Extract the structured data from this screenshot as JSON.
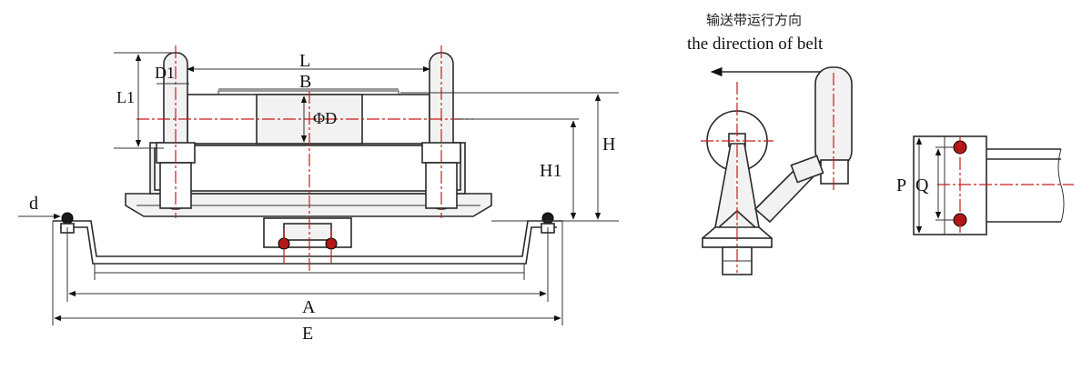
{
  "labels": {
    "L": "L",
    "B": "B",
    "D1": "D1",
    "L1": "L1",
    "phiD": "ΦD",
    "H": "H",
    "H1": "H1",
    "d": "d",
    "A": "A",
    "E": "E",
    "P": "P",
    "Q": "Q"
  },
  "direction": {
    "chinese": "输送带运行方向",
    "english": "the direction of belt"
  },
  "colors": {
    "centerline": "#cc1a1a",
    "outline": "#2a2a2a"
  }
}
